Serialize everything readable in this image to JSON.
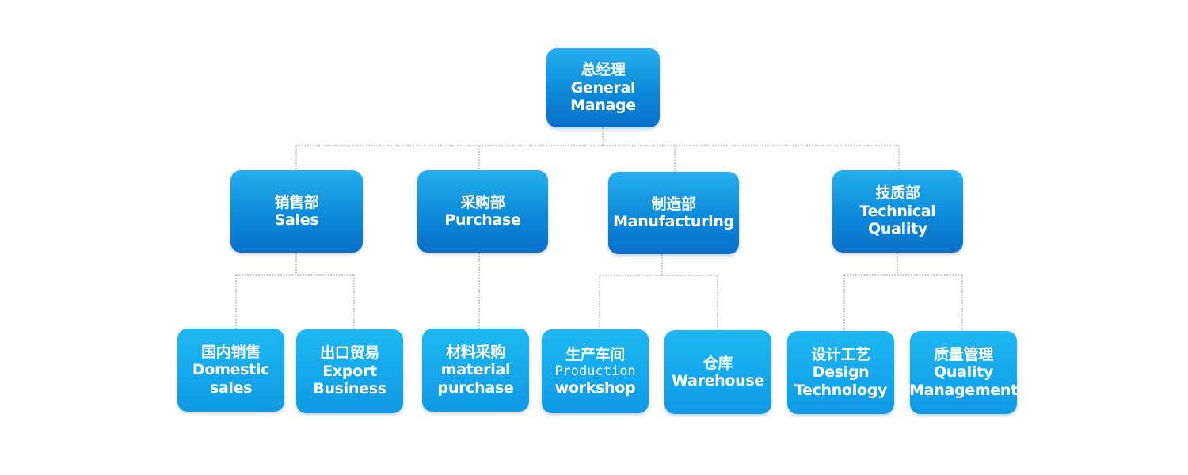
{
  "root": {
    "zh": "总经理",
    "en1": "General",
    "en2": "Manage"
  },
  "departments": [
    {
      "zh": "销售部",
      "en1": "Sales"
    },
    {
      "zh": "采购部",
      "en1": "Purchase"
    },
    {
      "zh": "制造部",
      "en1": "Manufacturing"
    },
    {
      "zh": "技质部",
      "en1": "Technical",
      "en2": "Quality"
    }
  ],
  "units": [
    {
      "zh": "国内销售",
      "en1": "Domestic",
      "en2": "sales"
    },
    {
      "zh": "出口贸易",
      "en1": "Export",
      "en2": "Business"
    },
    {
      "zh": "材料采购",
      "en1": "material",
      "en2": "purchase"
    },
    {
      "zh": "生产车间",
      "en1": "Production",
      "en2": "workshop"
    },
    {
      "zh": "仓库",
      "en1": "Warehouse"
    },
    {
      "zh": "设计工艺",
      "en1": "Design",
      "en2": "Technology"
    },
    {
      "zh": "质量管理",
      "en1": "Quality",
      "en2": "Management"
    }
  ],
  "colors": {
    "box_dark": "#0c8ad8",
    "box_light": "#14a6ec",
    "connector": "#9a9a9a",
    "text": "#ffffff"
  }
}
